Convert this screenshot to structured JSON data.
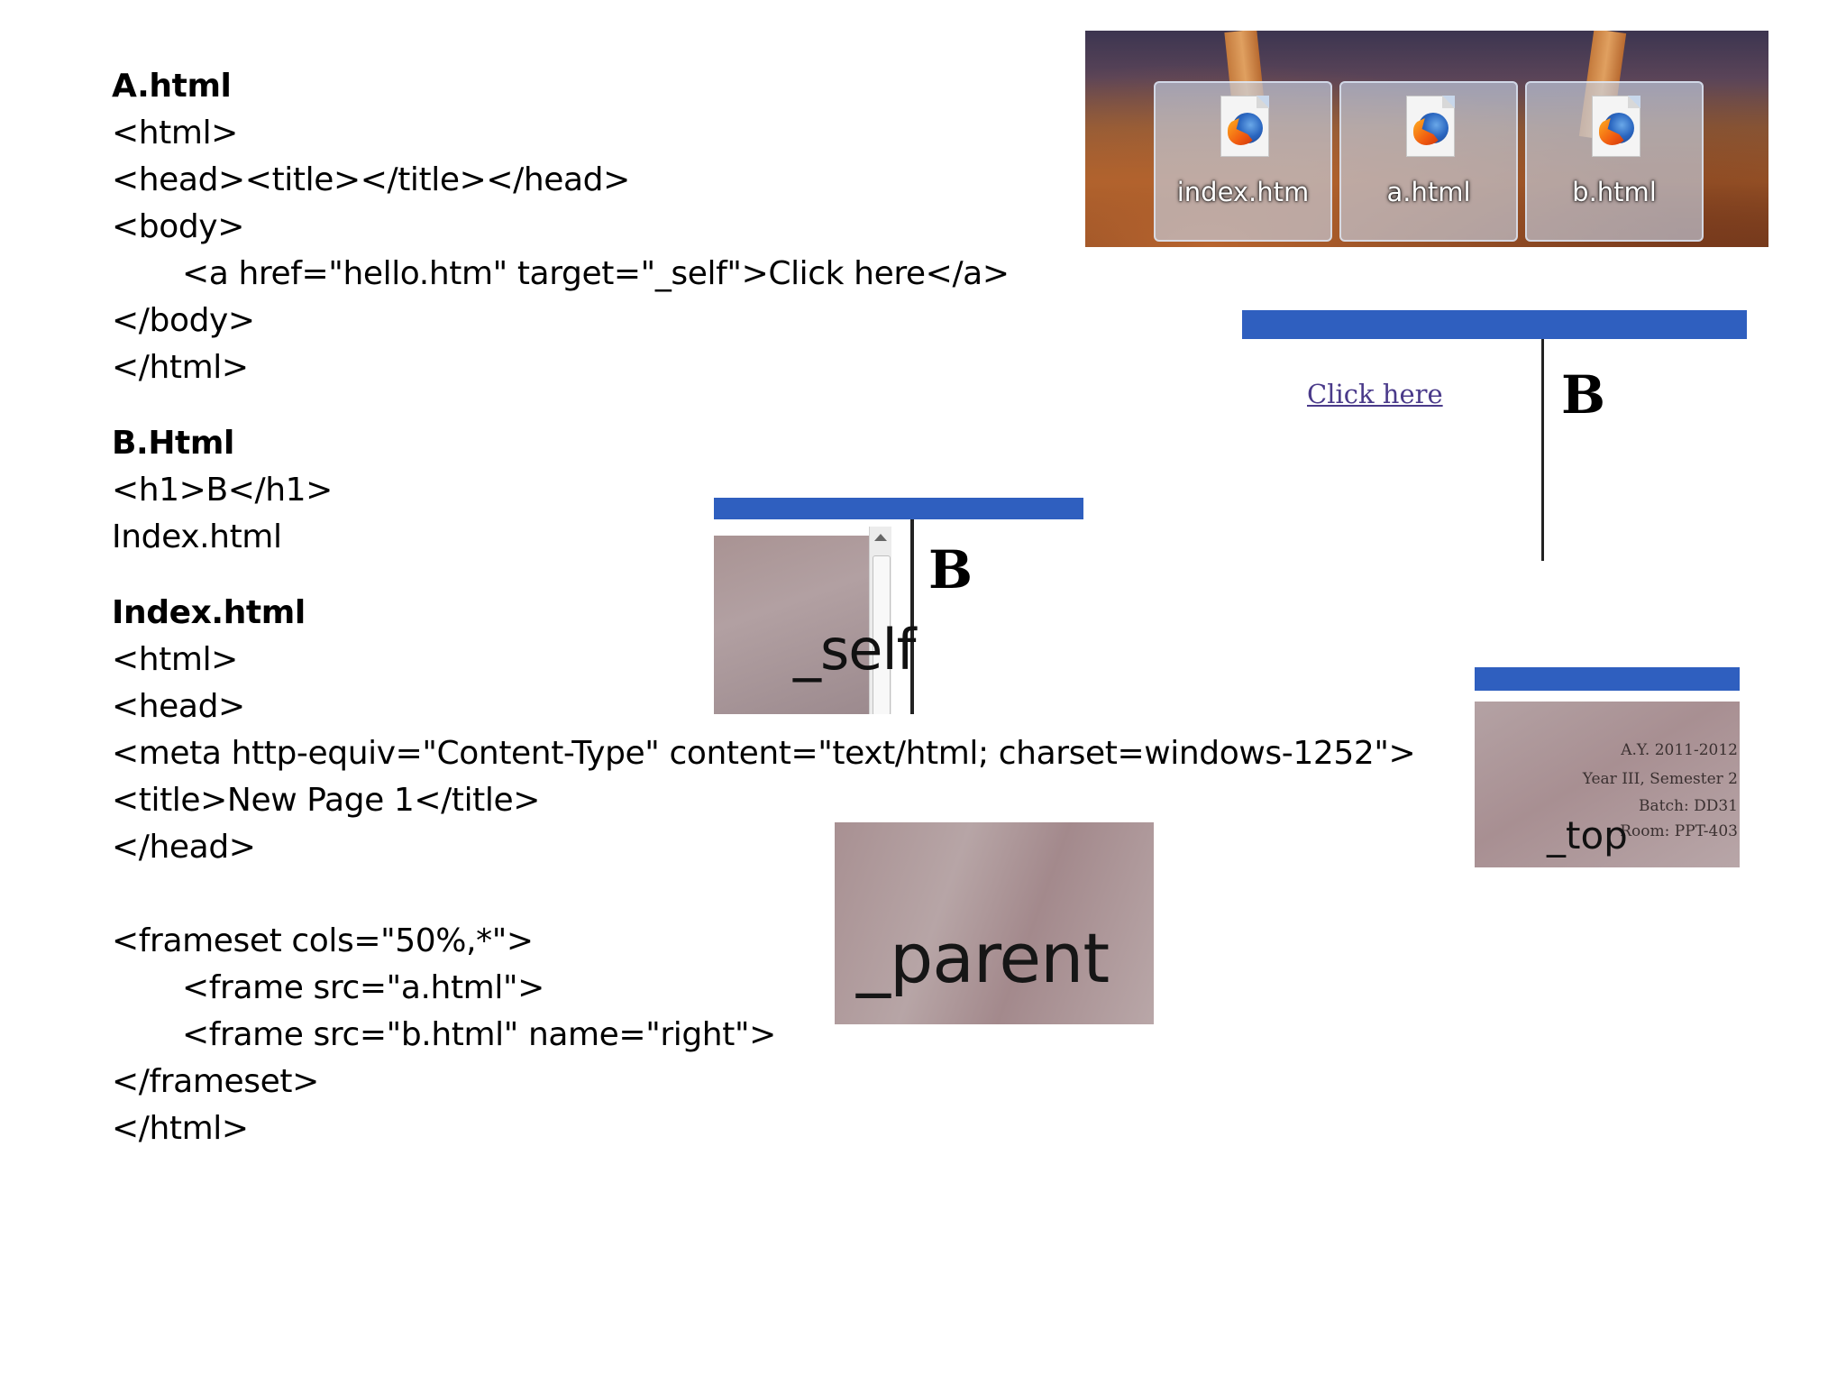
{
  "code_blocks": {
    "a": {
      "heading": "A.html",
      "lines": [
        "<html>",
        "<head><title></title></head>",
        "<body>",
        "<a href=\"hello.htm\" target=\"_self\">Click here</a>",
        "</body>",
        "</html>"
      ]
    },
    "b": {
      "heading": "B.Html",
      "lines": [
        "<h1>B</h1>",
        "Index.html"
      ]
    },
    "index": {
      "heading": "Index.html",
      "lines": [
        "<html>",
        "<head>",
        "<meta http-equiv=\"Content-Type\" content=\"text/html; charset=windows-1252\">",
        "<title>New Page 1</title>",
        "</head>",
        "<frameset cols=\"50%,*\">",
        "<frame src=\"a.html\">",
        "<frame src=\"b.html\" name=\"right\">",
        "</frameset>",
        "</html>"
      ]
    }
  },
  "explorer": {
    "files": [
      "index.htm",
      "a.html",
      "b.html"
    ],
    "icon": "firefox-document-icon"
  },
  "frames_window": {
    "link_text": "Click here",
    "heading": "B"
  },
  "self_window": {
    "heading": "B",
    "label": "_self"
  },
  "parent_photo": {
    "label": "_parent"
  },
  "top_window": {
    "label": "_top",
    "notes": [
      "A.Y. 2011-2012",
      "Year III, Semester 2",
      "Batch: DD31",
      "Room: PPT-403"
    ]
  },
  "colors": {
    "titlebar": "#2f5fbf",
    "link": "#4a3a8a",
    "photo": "#a99393"
  }
}
